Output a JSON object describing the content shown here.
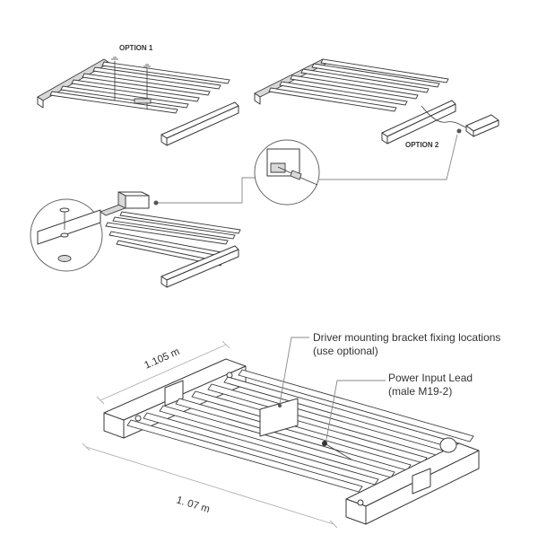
{
  "labels": {
    "option1": "OPTION 1",
    "option2": "OPTION 2",
    "driver_bracket_line1": "Driver mounting bracket fixing locations",
    "driver_bracket_line2": "(use optional)",
    "power_lead_line1": "Power Input Lead",
    "power_lead_line2": "(male M19-2)",
    "width_dim": "1.105 m",
    "length_dim": "1. 07 m"
  },
  "colors": {
    "line": "#3a3a3a",
    "leader": "#888888",
    "dimension": "#b0b0b0",
    "shade": "#d9d9d9"
  }
}
